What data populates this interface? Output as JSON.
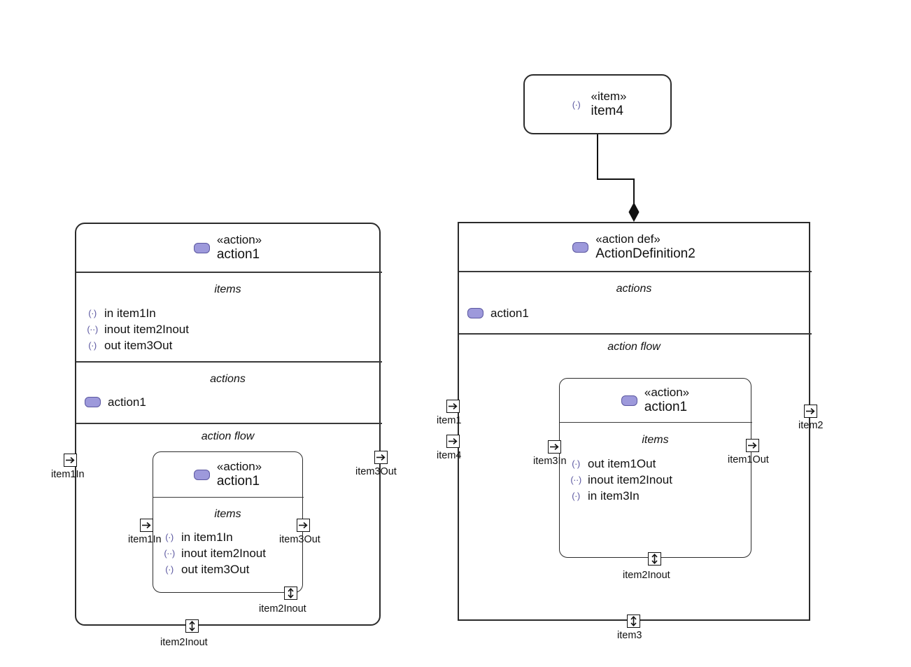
{
  "diagram": {
    "title": "SysML action usage / action definition diagram",
    "colors": {
      "stroke": "#2b2b2b",
      "icon_fill": "#9d99db",
      "icon_stroke": "#5b57a0",
      "background": "#ffffff"
    }
  },
  "item4_block": {
    "keyword": "«item»",
    "name": "item4",
    "icon": "in-port-glyph"
  },
  "left_block": {
    "keyword": "«action»",
    "name": "action1",
    "icon": "action-pill-icon",
    "compartments": {
      "items_label": "items",
      "actions_label": "actions",
      "action_flow_label": "action flow"
    },
    "items": [
      {
        "glyph": "(·)",
        "direction": "in",
        "text": "in item1In"
      },
      {
        "glyph": "(··)",
        "direction": "inout",
        "text": "inout item2Inout"
      },
      {
        "glyph": "(·)",
        "direction": "out",
        "text": "out item3Out"
      }
    ],
    "actions": [
      {
        "icon": "action-pill-icon",
        "text": "action1"
      }
    ],
    "ports": [
      {
        "label": "item1In",
        "kind": "in",
        "side": "left"
      },
      {
        "label": "item3Out",
        "kind": "out",
        "side": "right"
      },
      {
        "label": "item2Inout",
        "kind": "inout",
        "side": "bottom"
      }
    ],
    "nested": {
      "keyword": "«action»",
      "name": "action1",
      "icon": "action-pill-icon",
      "items_label": "items",
      "items": [
        {
          "glyph": "(·)",
          "direction": "in",
          "text": "in item1In"
        },
        {
          "glyph": "(··)",
          "direction": "inout",
          "text": "inout item2Inout"
        },
        {
          "glyph": "(·)",
          "direction": "out",
          "text": "out item3Out"
        }
      ],
      "ports": [
        {
          "label": "item1In",
          "kind": "in",
          "side": "left"
        },
        {
          "label": "item3Out",
          "kind": "out",
          "side": "right"
        },
        {
          "label": "item2Inout",
          "kind": "inout",
          "side": "bottom"
        }
      ]
    }
  },
  "right_block": {
    "keyword": "«action def»",
    "name": "ActionDefinition2",
    "icon": "action-pill-icon",
    "compartments": {
      "actions_label": "actions",
      "action_flow_label": "action flow"
    },
    "actions": [
      {
        "icon": "action-pill-icon",
        "text": "action1"
      }
    ],
    "ports": [
      {
        "label": "item1",
        "kind": "in",
        "side": "left"
      },
      {
        "label": "item4",
        "kind": "in",
        "side": "left"
      },
      {
        "label": "item2",
        "kind": "out",
        "side": "right"
      },
      {
        "label": "item3",
        "kind": "inout",
        "side": "bottom"
      }
    ],
    "nested": {
      "keyword": "«action»",
      "name": "action1",
      "icon": "action-pill-icon",
      "items_label": "items",
      "items": [
        {
          "glyph": "(·)",
          "direction": "out",
          "text": "out item1Out"
        },
        {
          "glyph": "(··)",
          "direction": "inout",
          "text": "inout item2Inout"
        },
        {
          "glyph": "(·)",
          "direction": "in",
          "text": "in item3In"
        }
      ],
      "ports": [
        {
          "label": "item3In",
          "kind": "in",
          "side": "left"
        },
        {
          "label": "item1Out",
          "kind": "out",
          "side": "right"
        },
        {
          "label": "item2Inout",
          "kind": "inout",
          "side": "bottom"
        }
      ]
    }
  },
  "connector": {
    "kind": "composition",
    "end_marker": "filled-diamond",
    "from": "item4",
    "to": "ActionDefinition2"
  }
}
